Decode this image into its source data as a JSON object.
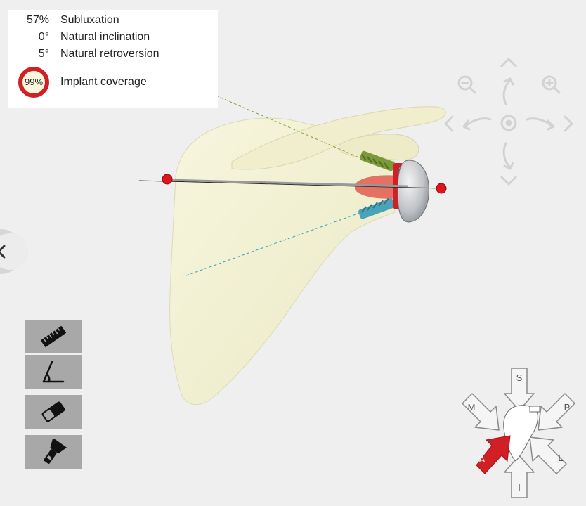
{
  "info_panel": {
    "subluxation": {
      "value": "57%",
      "label": "Subluxation"
    },
    "inclination": {
      "value": "0°",
      "label": "Natural inclination"
    },
    "retroversion": {
      "value": "5°",
      "label": "Natural retroversion"
    },
    "coverage": {
      "value": "99%",
      "label": "Implant coverage"
    }
  },
  "tools": [
    {
      "name": "ruler",
      "icon": "ruler-icon"
    },
    {
      "name": "angle",
      "icon": "angle-icon"
    },
    {
      "name": "eraser",
      "icon": "eraser-icon"
    },
    {
      "name": "flashlight",
      "icon": "flashlight-icon"
    }
  ],
  "orientation_cube": {
    "superior": "S",
    "inferior": "I",
    "medial": "M",
    "lateral": "L",
    "anterior": "A",
    "posterior": "P"
  },
  "colors": {
    "bone": "#f3f2d4",
    "accent_red": "#d01f25",
    "implant_silver": "#b9bcc0",
    "screw_green": "#7a9a3a",
    "screw_blue": "#4aa3b8",
    "tool_bg": "#a8a8a8",
    "nav_icon": "#d4d4d4"
  }
}
